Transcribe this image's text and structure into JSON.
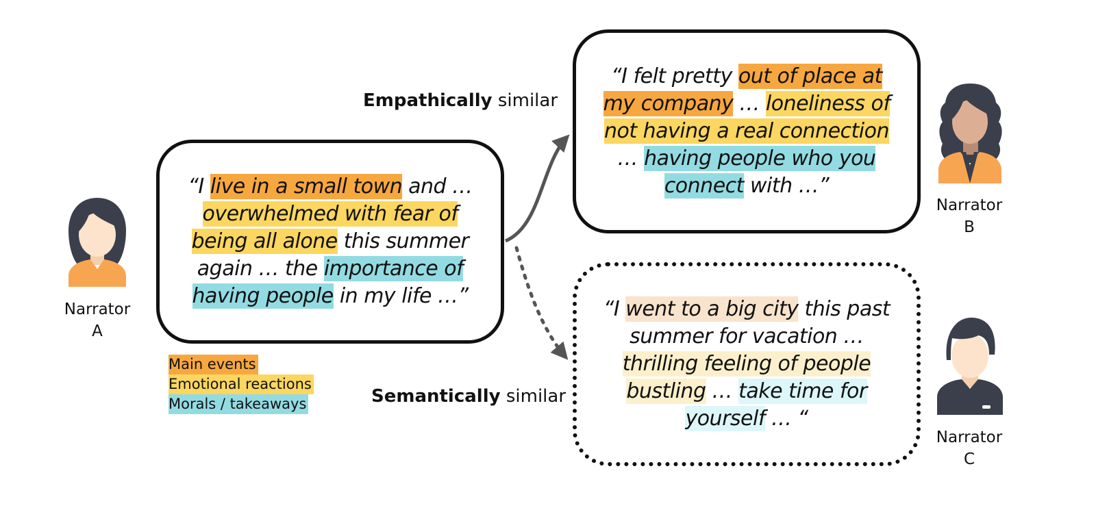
{
  "narrators": {
    "a": {
      "label_line1": "Narrator",
      "label_line2": "A"
    },
    "b": {
      "label_line1": "Narrator",
      "label_line2": "B"
    },
    "c": {
      "label_line1": "Narrator",
      "label_line2": "C"
    }
  },
  "similarity": {
    "empathic": {
      "bold": "Empathically",
      "rest": " similar"
    },
    "semantic": {
      "bold": "Semantically",
      "rest": " similar"
    }
  },
  "legend": {
    "main_events": "Main events",
    "emotional_reactions": "Emotional reactions",
    "morals": "Morals / takeaways"
  },
  "colors": {
    "main_events": "#f7a73f",
    "emotional_reactions": "#fbd660",
    "morals": "#93dbe2"
  },
  "stories": {
    "a": {
      "l1_open": "“I ",
      "l1_main": "live in a small town",
      "l1_rest": " and …",
      "l2_emo": "overwhelmed with fear of",
      "l3_emo": "being all alone",
      "l3_rest": " this summer",
      "l4_pre": "again … the ",
      "l4_moral": "importance of",
      "l5_moral": "having people",
      "l5_rest": " in my life …”"
    },
    "b": {
      "l1_pre": "“I felt pretty ",
      "l1_main": "out of place at",
      "l2_main": "my company",
      "l2_mid": " … ",
      "l2_emo": "loneliness of",
      "l3_emo": "not having a real connection",
      "l4_pre": "… ",
      "l4_moral": "having people who you",
      "l5_moral": "connect",
      "l5_rest": " with …”"
    },
    "c": {
      "l1_open": "“I ",
      "l1_main": "went to a big city",
      "l1_rest": " this past",
      "l2": "summer for vacation …",
      "l3_emo": "thrilling feeling of people",
      "l4_emo": "bustling",
      "l4_mid": " … ",
      "l4_moral": "take time for",
      "l5_moral": "yourself",
      "l5_rest": " … “"
    }
  }
}
